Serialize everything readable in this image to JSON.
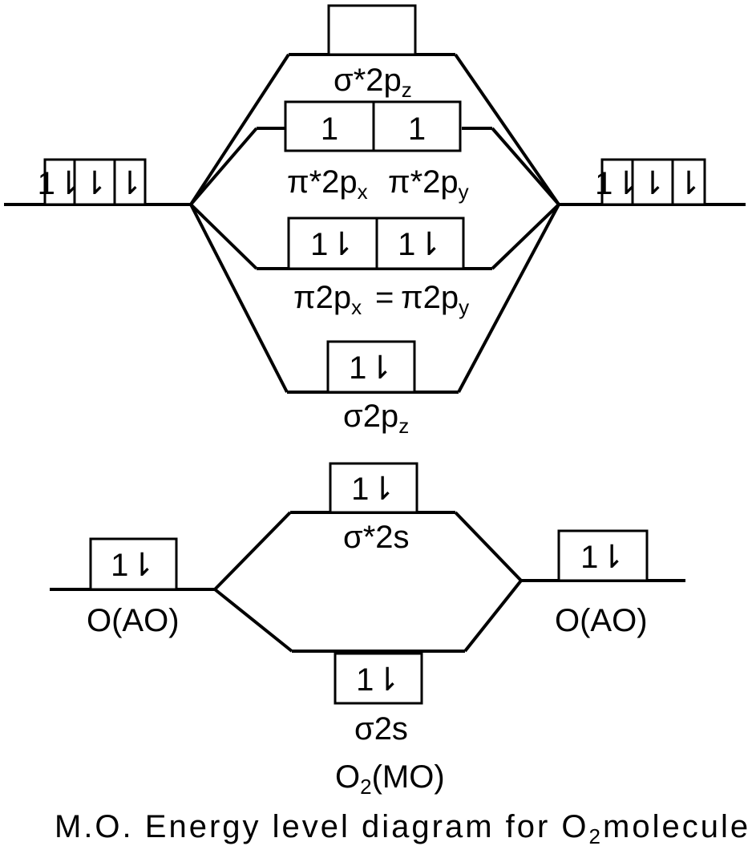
{
  "labels": {
    "sigma_star_2pz": "σ*2p",
    "sigma_star_2pz_sub": "z",
    "pi_star_2px": "π*2p",
    "pi_star_2px_sub": "x",
    "pi_star_2py": "π*2p",
    "pi_star_2py_sub": "y",
    "pi_2px": "π2p",
    "pi_2px_sub": "x",
    "pi_equals": "=",
    "pi_2py": "π2p",
    "pi_2py_sub": "y",
    "sigma_2pz": "σ2p",
    "sigma_2pz_sub": "z",
    "sigma_star_2s": "σ*2s",
    "sigma_2s": "σ2s",
    "o_ao_left": "O(AO)",
    "o_ao_right": "O(AO)",
    "o2_mo_prefix": "O",
    "o2_mo_sub": "2",
    "o2_mo_suffix": "(MO)",
    "caption_prefix": "M.O. Energy level diagram  for O",
    "caption_sub": "2",
    "caption_suffix": "molecule"
  },
  "electrons": {
    "paired": "1⇂",
    "single_up": "1",
    "single_down": "⇂",
    "empty": ""
  },
  "orbitals": {
    "left_2p": [
      "paired",
      "single_down",
      "single_down"
    ],
    "right_2p": [
      "paired",
      "single_down",
      "single_down"
    ],
    "sigma_star_2pz": [
      "empty"
    ],
    "pi_star": [
      "single_up",
      "single_up"
    ],
    "pi": [
      "paired",
      "paired"
    ],
    "sigma_2pz": [
      "paired"
    ],
    "left_2s": [
      "paired"
    ],
    "right_2s": [
      "paired"
    ],
    "sigma_star_2s": [
      "paired"
    ],
    "sigma_2s": [
      "paired"
    ]
  }
}
